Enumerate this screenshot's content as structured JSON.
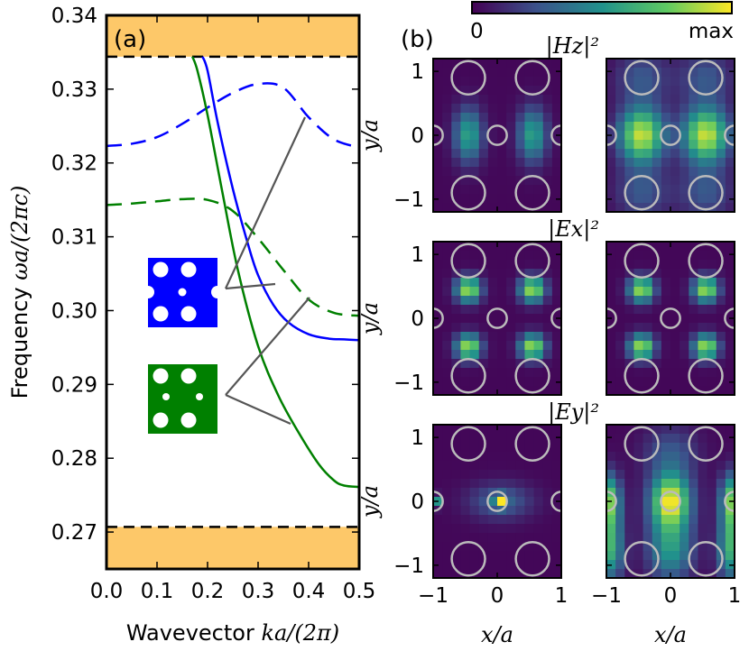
{
  "panel_a": {
    "label": "(a)",
    "xlabel_text": "Wavevector ",
    "xlabel_math": "ka/(2π)",
    "ylabel_text": "Frequency ",
    "ylabel_math": "ωa/(2πc)"
  },
  "panel_b": {
    "label": "(b)",
    "colorbar": {
      "min_label": "0",
      "max_label": "max"
    },
    "row_titles": [
      "|Hz|²",
      "|Ex|²",
      "|Ey|²"
    ],
    "xlabel": "x/a",
    "ylabel": "y/a"
  },
  "colors": {
    "band_fill": "#fdc869",
    "blue": "#0000ff",
    "green": "#008000",
    "pointer": "#555555"
  },
  "chart_data": [
    {
      "type": "line",
      "xlim": [
        0.0,
        0.5
      ],
      "ylim": [
        0.265,
        0.34
      ],
      "x_ticks": [
        "0.0",
        "0.1",
        "0.2",
        "0.3",
        "0.4",
        "0.5"
      ],
      "y_ticks": [
        "0.27",
        "0.28",
        "0.29",
        "0.30",
        "0.31",
        "0.32",
        "0.33",
        "0.34"
      ],
      "shaded_bands": [
        [
          0.265,
          0.2707
        ],
        [
          0.3344,
          0.34
        ]
      ],
      "band_edges": [
        0.2707,
        0.3344
      ],
      "series": [
        {
          "color": "blue",
          "style": "dashed",
          "x": [
            0.0,
            0.05,
            0.1,
            0.15,
            0.2,
            0.25,
            0.3,
            0.35,
            0.4,
            0.45,
            0.5
          ],
          "y": [
            0.3223,
            0.3226,
            0.3235,
            0.3253,
            0.3275,
            0.3295,
            0.3307,
            0.3302,
            0.3262,
            0.3232,
            0.3221
          ]
        },
        {
          "color": "green",
          "style": "dashed",
          "x": [
            0.0,
            0.05,
            0.1,
            0.15,
            0.2,
            0.25,
            0.3,
            0.35,
            0.4,
            0.45,
            0.5
          ],
          "y": [
            0.3143,
            0.3145,
            0.3148,
            0.3151,
            0.315,
            0.3135,
            0.3098,
            0.3055,
            0.3015,
            0.2997,
            0.2993
          ]
        },
        {
          "color": "blue",
          "style": "solid",
          "x": [
            0.19,
            0.2,
            0.22,
            0.25,
            0.28,
            0.3,
            0.33,
            0.36,
            0.4,
            0.44,
            0.47,
            0.5
          ],
          "y": [
            0.3344,
            0.3325,
            0.3255,
            0.3165,
            0.309,
            0.3048,
            0.3008,
            0.2984,
            0.2968,
            0.2962,
            0.2961,
            0.296
          ]
        },
        {
          "color": "green",
          "style": "solid",
          "x": [
            0.17,
            0.18,
            0.2,
            0.23,
            0.26,
            0.3,
            0.34,
            0.38,
            0.42,
            0.45,
            0.47,
            0.5
          ],
          "y": [
            0.3344,
            0.3325,
            0.3265,
            0.3158,
            0.3055,
            0.2952,
            0.2885,
            0.2835,
            0.2792,
            0.277,
            0.2763,
            0.2761
          ]
        }
      ]
    },
    {
      "type": "heatmap",
      "xlim": [
        -1,
        1
      ],
      "ylim": [
        -1.2,
        1.2
      ],
      "x_ticks": [
        "−1",
        "0",
        "1"
      ],
      "y_ticks": [
        "−1",
        "0",
        "1"
      ],
      "colormap": "viridis",
      "fields": [
        {
          "title": "|Hz|²",
          "column": 1,
          "peaks": [
            [
              -0.45,
              0,
              0.55,
              0.16,
              0.3
            ],
            [
              0.55,
              0,
              0.55,
              0.16,
              0.3
            ]
          ]
        },
        {
          "title": "|Hz|²",
          "column": 2,
          "peaks": [
            [
              -0.45,
              0,
              0.9,
              0.25,
              0.3
            ],
            [
              0.55,
              0,
              0.9,
              0.25,
              0.3
            ],
            [
              -0.45,
              0.9,
              0.25,
              0.3,
              0.3
            ],
            [
              0.55,
              0.9,
              0.25,
              0.3,
              0.3
            ],
            [
              -0.45,
              -0.9,
              0.25,
              0.3,
              0.3
            ],
            [
              0.55,
              -0.9,
              0.25,
              0.3,
              0.3
            ]
          ]
        },
        {
          "title": "|Ex|²",
          "column": 1,
          "peaks": [
            [
              -0.45,
              0.45,
              0.85,
              0.14,
              0.14
            ],
            [
              0.55,
              0.45,
              0.85,
              0.14,
              0.14
            ],
            [
              -0.45,
              -0.45,
              0.85,
              0.14,
              0.14
            ],
            [
              0.55,
              -0.45,
              0.85,
              0.14,
              0.14
            ]
          ]
        },
        {
          "title": "|Ex|²",
          "column": 2,
          "peaks": [
            [
              -0.45,
              0.45,
              0.85,
              0.14,
              0.14
            ],
            [
              0.55,
              0.45,
              0.85,
              0.14,
              0.14
            ],
            [
              -0.45,
              -0.45,
              0.85,
              0.14,
              0.14
            ],
            [
              0.55,
              -0.45,
              0.85,
              0.14,
              0.14
            ]
          ]
        },
        {
          "title": "|Ey|²",
          "column": 1,
          "peaks": [
            [
              0.05,
              0,
              1.0,
              0.06,
              0.06
            ],
            [
              -1.0,
              0,
              1.0,
              0.06,
              0.06
            ],
            [
              0.05,
              0,
              0.3,
              0.35,
              0.2
            ]
          ]
        },
        {
          "title": "|Ey|²",
          "column": 2,
          "peaks": [
            [
              0.0,
              0,
              0.95,
              0.22,
              0.3
            ],
            [
              -1.0,
              0,
              0.8,
              0.15,
              0.3
            ],
            [
              1.0,
              0,
              0.8,
              0.15,
              0.3
            ],
            [
              0.0,
              -0.75,
              0.5,
              0.25,
              0.35
            ],
            [
              -0.95,
              -0.75,
              0.6,
              0.15,
              0.35
            ],
            [
              0.95,
              -0.75,
              0.6,
              0.15,
              0.35
            ],
            [
              0.0,
              0.75,
              0.25,
              0.3,
              0.3
            ]
          ]
        }
      ],
      "holes": {
        "large_radius": 0.26,
        "small_radius": 0.15,
        "large": [
          [
            -0.45,
            0.9
          ],
          [
            0.55,
            0.9
          ],
          [
            -0.45,
            -0.9
          ],
          [
            0.55,
            -0.9
          ]
        ],
        "small": [
          [
            -1.0,
            0
          ],
          [
            0.0,
            0
          ],
          [
            1.0,
            0
          ]
        ]
      }
    }
  ]
}
